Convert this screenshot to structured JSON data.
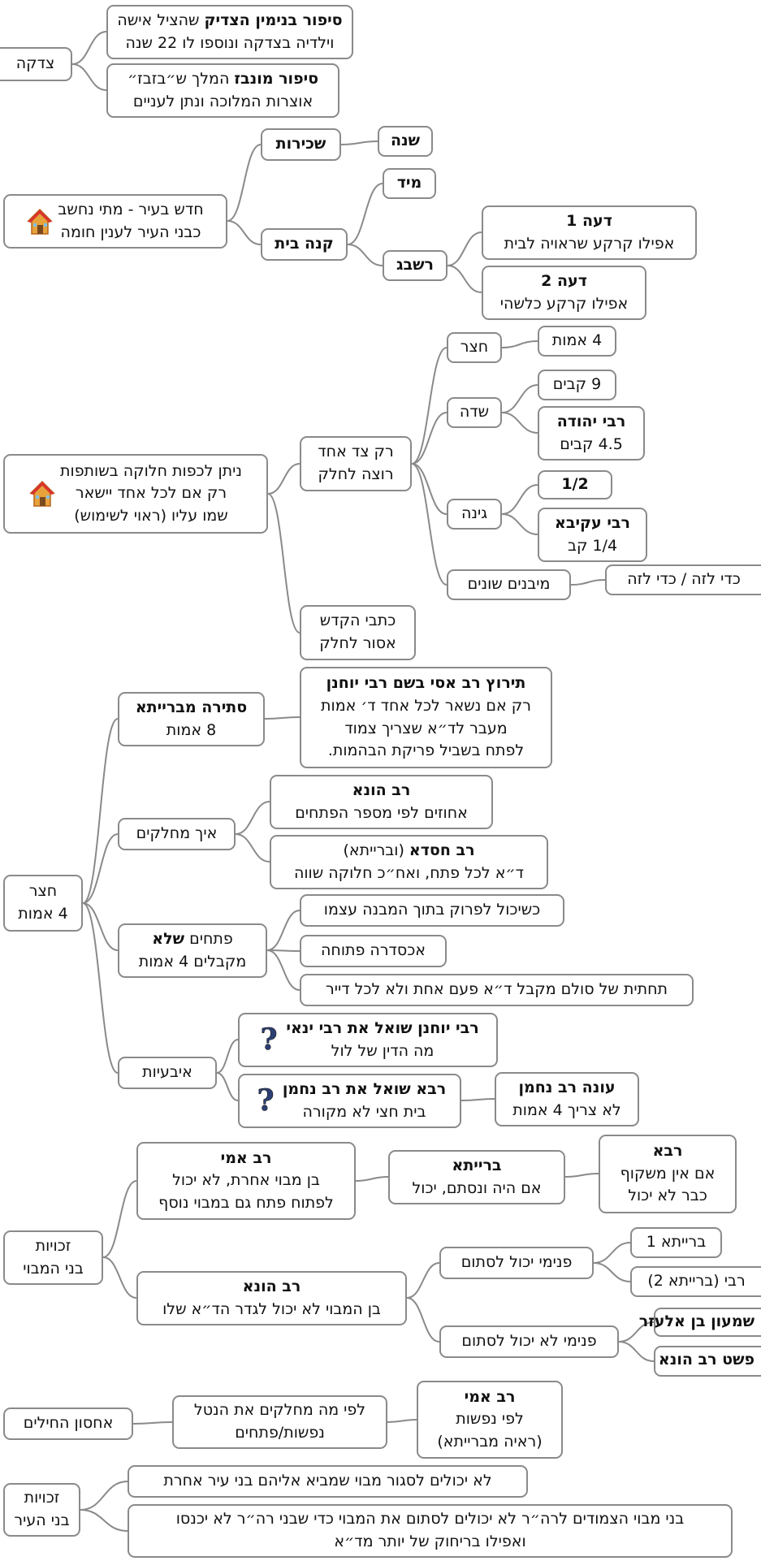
{
  "nodes": {
    "tzedaka": {
      "l1": "צדקה"
    },
    "binyamin": {
      "b": "סיפור בנימין הצדיק",
      "t": " שהציל אישה",
      "l2": "וילדיה בצדקה ונוספו לו 22 שנה"
    },
    "munbaz": {
      "b": "סיפור מונבז",
      "t": " המלך ש״בזבז״",
      "l2": "אוצרות המלוכה ונתן לעניים"
    },
    "chadash": {
      "l1": "חדש בעיר - מתי נחשב",
      "l2": "כבני העיר לענין חומה"
    },
    "sechirut": {
      "b": "שכירות"
    },
    "shana": {
      "b": "שנה"
    },
    "kaneh": {
      "b": "קנה בית"
    },
    "miyad": {
      "b": "מיד"
    },
    "rashbag": {
      "b": "רשבג"
    },
    "deah1": {
      "b": "דעה 1",
      "l2": "אפילו קרקע שראויה לבית"
    },
    "deah2": {
      "b": "דעה 2",
      "l2": "אפילו קרקע כלשהי"
    },
    "nitan": {
      "l1": "ניתן לכפות חלוקה בשותפות",
      "l2": "רק אם לכל אחד יישאר",
      "l3": "שמו עליו (ראוי לשימוש)"
    },
    "rakTzad": {
      "l1": "רק צד אחד",
      "l2": "רוצה לחלק"
    },
    "kitvei": {
      "l1": "כתבי הקדש",
      "l2": "אסור לחלק"
    },
    "chatzer1": {
      "l1": "חצר"
    },
    "amot4": {
      "l1": "4 אמות"
    },
    "sade": {
      "l1": "שדה"
    },
    "kavim9": {
      "l1": "9 קבים"
    },
    "rYehuda": {
      "b": "רבי יהודה",
      "l2": "4.5 קבים"
    },
    "gina": {
      "l1": "גינה"
    },
    "half": {
      "l1": "1/2"
    },
    "rAkiva": {
      "b": "רבי עקיבא",
      "l2": "1/4 קב"
    },
    "mivnim": {
      "l1": "מיבנים שונים"
    },
    "kdei": {
      "l1": "כדי לזה / כדי לזה"
    },
    "stira": {
      "b": "סתירה מברייתא",
      "l2": "8 אמות"
    },
    "tirutz": {
      "b": "תירוץ רב אסי בשם רבי יוחנן",
      "l2": "רק אם נשאר לכל אחד ד׳ אמות",
      "l3": "מעבר לד״א שצריך צמוד",
      "l4": "לפתח בשביל פריקת הבהמות."
    },
    "chatzer4": {
      "l1": "חצר",
      "l2": "4 אמות"
    },
    "eich": {
      "l1": "איך מחלקים"
    },
    "ravHuna1": {
      "b": "רב הונא",
      "l2": "אחוזים לפי מספר הפתחים"
    },
    "ravChisda": {
      "b": "רב חסדא",
      "t": " (ובריית­א)",
      "l2": "ד״א לכל פתח, ואח״כ חלוקה שווה"
    },
    "ptachim": {
      "t": "פתחים ",
      "b": "שלא",
      "l2": "מקבלים 4 אמות"
    },
    "kshe": {
      "l1": "כשיכול לפרוק בתוך המבנה עצמו"
    },
    "achsadra": {
      "l1": "אכסדרה פתוחה"
    },
    "tachtit": {
      "l1": "תחתית של סולם מקבל ד״א פעם אחת ולא לכל דייר"
    },
    "ibaayot": {
      "l1": "איבעיות"
    },
    "rYochanan": {
      "b": "רבי יוחנן שואל את רבי ינאי",
      "l2": "מה הדין של לול"
    },
    "rava1": {
      "b": "רבא שואל את רב נחמן",
      "l2": "בית חצי לא מקורה"
    },
    "oneh": {
      "b": "עונה רב נחמן",
      "l2": "לא צריך 4 אמות"
    },
    "zchuyotMavoi": {
      "l1": "זכויות",
      "l2": "בני המבוי"
    },
    "ravAmi1": {
      "b": "רב אמי",
      "l2": "בן מבוי אחרת, לא יכול",
      "l3": "לפתוח פתח גם במבוי נוסף"
    },
    "braita": {
      "b": "ברייתא",
      "l2": "אם היה ונסתם, יכול"
    },
    "rava2": {
      "b": "רבא",
      "l2": "אם אין משקוף",
      "l3": "כבר לא יכול"
    },
    "ravHuna2": {
      "b": "רב הונא",
      "l2": "בן המבוי לא יכול לגדר הד״א שלו"
    },
    "pnimiYachol": {
      "l1": "פנימי יכול לסתום"
    },
    "braita1": {
      "l1": "ברייתא 1"
    },
    "rebbiBraita2": {
      "l1": "רבי (ברייתא 2)"
    },
    "pnimiLo": {
      "l1": "פנימי לא יכול לסתום"
    },
    "shimon": {
      "b": "שמעון בן אלעזר"
    },
    "pshat": {
      "b": "פשט רב הונא"
    },
    "achsun": {
      "l1": "אחסון החילים"
    },
    "lefi": {
      "l1": "לפי מה מחלקים את הנטל",
      "l2": "נפשות/פתחים"
    },
    "ravAmi2": {
      "b": "רב אמי",
      "l2": "לפי נפשות",
      "l3": "(ראיה מברייתא)"
    },
    "zchuyotIr": {
      "l1": "זכויות",
      "l2": "בני העיר"
    },
    "loYecholim": {
      "l1": "לא יכולים לסגור מבוי שמביא אליהם בני עיר אחרת"
    },
    "bneiMavoi": {
      "l1": "בני מבוי הצמודים לרה״ר לא יכולים לסתום את המבוי כדי שבני רה״ר לא יכנסו",
      "l2": "ואפילו בריחוק של יותר מד״א"
    }
  },
  "icons": {
    "house": "house-icon",
    "question": "question-icon"
  },
  "colors": {
    "border": "#8a8a8a",
    "connector": "#8a8a8a"
  }
}
